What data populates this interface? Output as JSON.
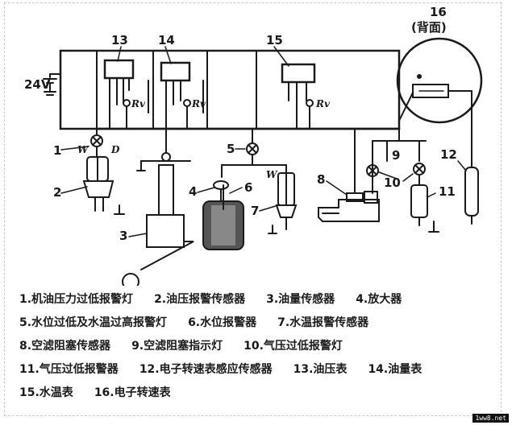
{
  "figure": {
    "supply_label": "24V",
    "numbers": [
      "1",
      "2",
      "3",
      "4",
      "5",
      "6",
      "7",
      "8",
      "9",
      "10",
      "11",
      "12",
      "13",
      "14",
      "15",
      "16"
    ],
    "meter_note": "(背面)",
    "rv": "Rv",
    "w": "W",
    "d": "D"
  },
  "legend": [
    [
      "1.机油压力过低报警灯",
      "2.油压报警传感器",
      "3.油量传感器",
      "4.放大器"
    ],
    [
      "5.水位过低及水温过高报警灯",
      "6.水位报警器",
      "7.水温报警传感器"
    ],
    [
      "8.空滤阻塞传感器",
      "9.空滤阻塞指示灯",
      "10.气压过低报警灯"
    ],
    [
      "11.气压过低报警器",
      "12.电子转速表感应传感器",
      "13.油压表",
      "14.油量表"
    ],
    [
      "15.水温表",
      "16.电子转速表"
    ]
  ],
  "watermark": "1ww8.net"
}
